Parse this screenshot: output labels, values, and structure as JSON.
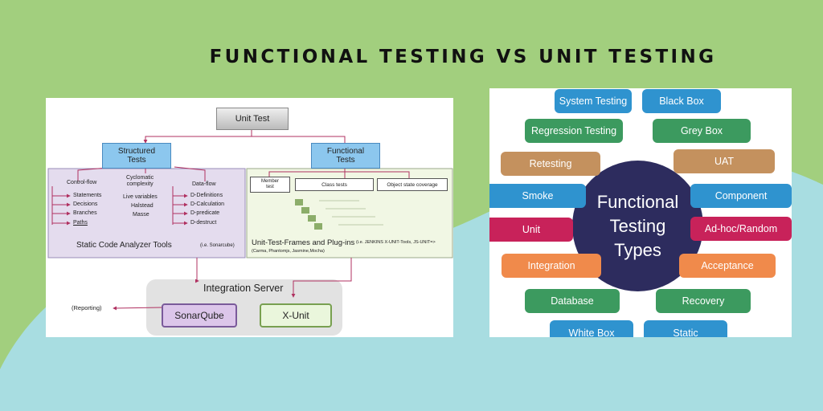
{
  "title": "FUNCTIONAL TESTING VS UNIT TESTING",
  "colors": {
    "background_green": "#a2cf7e",
    "background_blue": "#a8dde1",
    "circle": "#2d2c5e",
    "pill_blue": "#2f93cf",
    "pill_green": "#3c9a5f",
    "pill_tan": "#c4915e",
    "pill_magenta": "#c8225a",
    "pill_orange": "#f08a4b"
  },
  "unit_test_diagram": {
    "root": "Unit Test",
    "structured_tests": "Structured\nTests",
    "functional_tests": "Functional\nTests",
    "control_flow": "Control-flow",
    "control_flow_items": [
      "Statements",
      "Decisions",
      "Branches",
      "Paths"
    ],
    "cyclomatic": "Cyclomatic\ncomplexity",
    "metrics": [
      "Live variables",
      "Halstead",
      "Masse"
    ],
    "data_flow": "Data-flow",
    "data_flow_items": [
      "D-Definitions",
      "D-Calculation",
      "D-predicate",
      "D-destruct"
    ],
    "static_tools": "Static Code Analyzer Tools",
    "static_tools_note": "(i.e. Sonarcube)",
    "member_test": "Member\ntest",
    "class_tests": "Class tests",
    "object_state": "Object state coverage",
    "frames": "Unit-Test-Frames and Plug-ins",
    "frames_note": "(i.e. JENKINS X-UNIT-Tools, JS-UNIT=>",
    "frames_note2": "(Carma, Phantomjs, Jasmine,Mocha)",
    "integration_server": "Integration Server",
    "sonarqube": "SonarQube",
    "xunit": "X-Unit",
    "reporting": "(Reporting)"
  },
  "functional_types": {
    "center": "Functional\nTesting\nTypes",
    "pills": [
      {
        "label": "System Testing",
        "color": "blue"
      },
      {
        "label": "Black Box",
        "color": "blue"
      },
      {
        "label": "Regression Testing",
        "color": "green"
      },
      {
        "label": "Grey Box",
        "color": "green"
      },
      {
        "label": "Retesting",
        "color": "tan"
      },
      {
        "label": "UAT",
        "color": "tan"
      },
      {
        "label": "Smoke",
        "color": "blue"
      },
      {
        "label": "Component",
        "color": "blue"
      },
      {
        "label": "Unit",
        "color": "magenta"
      },
      {
        "label": "Ad-hoc/Random",
        "color": "magenta"
      },
      {
        "label": "Integration",
        "color": "orange"
      },
      {
        "label": "Acceptance",
        "color": "orange"
      },
      {
        "label": "Database",
        "color": "green"
      },
      {
        "label": "Recovery",
        "color": "green"
      },
      {
        "label": "White Box",
        "color": "blue"
      },
      {
        "label": "Static",
        "color": "blue"
      }
    ]
  }
}
